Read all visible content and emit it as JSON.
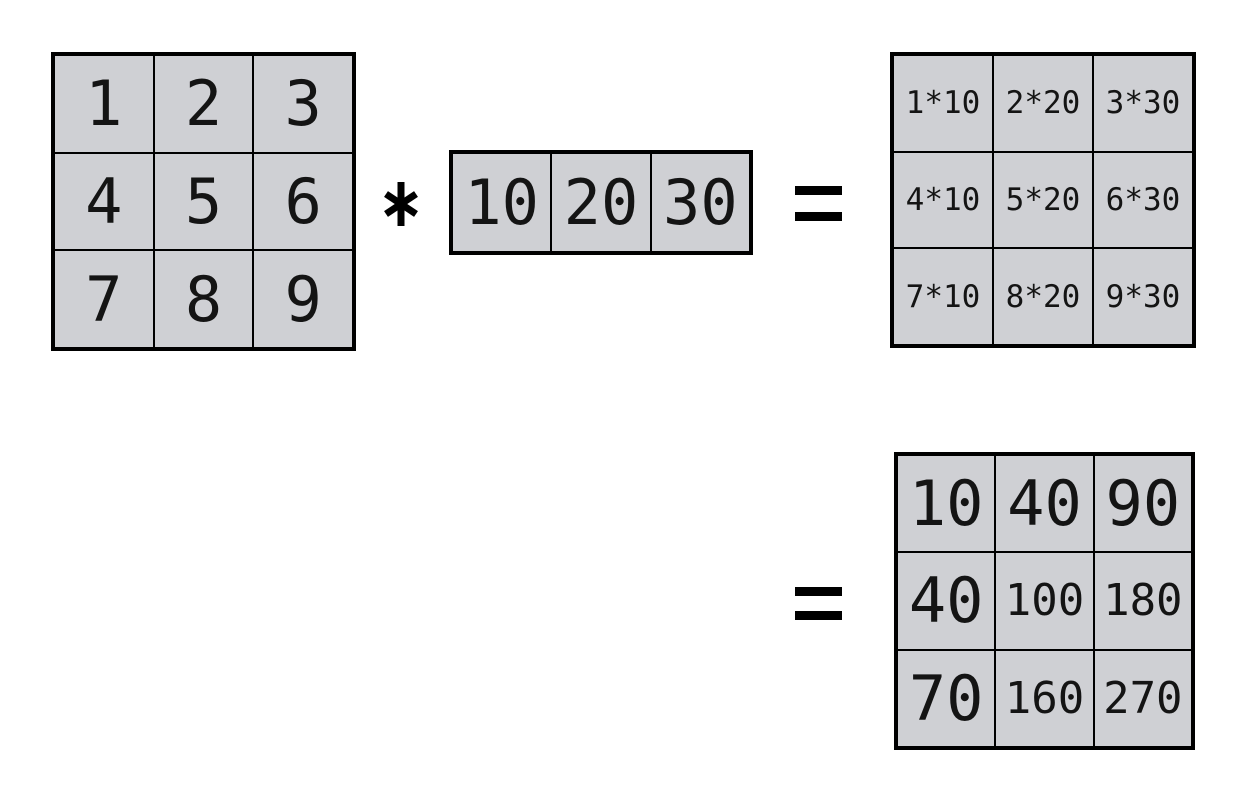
{
  "matrix_a": {
    "rows": [
      [
        "1",
        "2",
        "3"
      ],
      [
        "4",
        "5",
        "6"
      ],
      [
        "7",
        "8",
        "9"
      ]
    ]
  },
  "row_vector": {
    "cells": [
      "10",
      "20",
      "30"
    ]
  },
  "expression_matrix": {
    "rows": [
      [
        "1*10",
        "2*20",
        "3*30"
      ],
      [
        "4*10",
        "5*20",
        "6*30"
      ],
      [
        "7*10",
        "8*20",
        "9*30"
      ]
    ]
  },
  "result_matrix": {
    "rows": [
      [
        "10",
        "40",
        "90"
      ],
      [
        "40",
        "100",
        "180"
      ],
      [
        "70",
        "160",
        "270"
      ]
    ]
  },
  "operators": {
    "multiply": "*",
    "equals": "="
  },
  "colors": {
    "cell_fill": "#cfd0d4",
    "border": "#000000",
    "background": "#ffffff",
    "text": "#141414"
  }
}
